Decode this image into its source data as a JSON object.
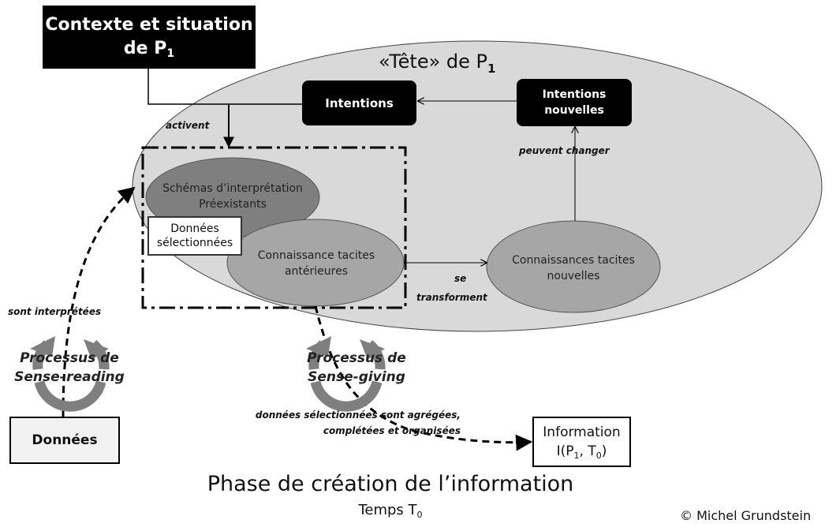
{
  "context_box": {
    "line1": "Contexte et situation",
    "line2": "de P",
    "line2_sub": "1"
  },
  "head": {
    "title": "«Tête» de P",
    "title_sub": "1"
  },
  "intentions": {
    "label": "Intentions"
  },
  "intentions_nouvelles": {
    "line1": "Intentions",
    "line2": "nouvelles"
  },
  "edge_labels": {
    "activent": "activent",
    "peuvent_changer": "peuvent changer",
    "se": "se",
    "transforment": "transforment",
    "sont_interpretees": "sont interprétées",
    "agregation_line1": "données sélectionnées sont agrégées,",
    "agregation_line2": "complétées et organisées"
  },
  "schemas": {
    "line1": "Schémas d’interprétation",
    "line2": "Préexistants"
  },
  "donnees_selectionnees": {
    "line1": "Données",
    "line2": "sélectionnées"
  },
  "connaissance_anterieures": {
    "line1": "Connaissance tacites",
    "line2": "antérieures"
  },
  "connaissances_nouvelles": {
    "line1": "Connaissances tacites",
    "line2": "nouvelles"
  },
  "process_reading": {
    "line1": "Processus de",
    "line2": "Sense–reading"
  },
  "process_giving": {
    "line1": "Processus de",
    "line2": "Sense-giving"
  },
  "donnees": {
    "label": "Données"
  },
  "information": {
    "line1": "Information",
    "line2_a": "I(P",
    "line2_sub1": "1",
    "line2_b": ", T",
    "line2_sub2": "0",
    "line2_c": ")"
  },
  "phase": {
    "title": "Phase de création de l’information",
    "subtitle": "Temps T",
    "subtitle_sub": "0"
  },
  "credit": "© Michel Grundstein",
  "colors": {
    "head_fill": "#d9d9d9",
    "ellipse_fill": "#9c9c9c",
    "ellipse_dark": "#7f7f7f",
    "box_black": "#000000",
    "cycle_arrow": "#7f7f7f"
  }
}
